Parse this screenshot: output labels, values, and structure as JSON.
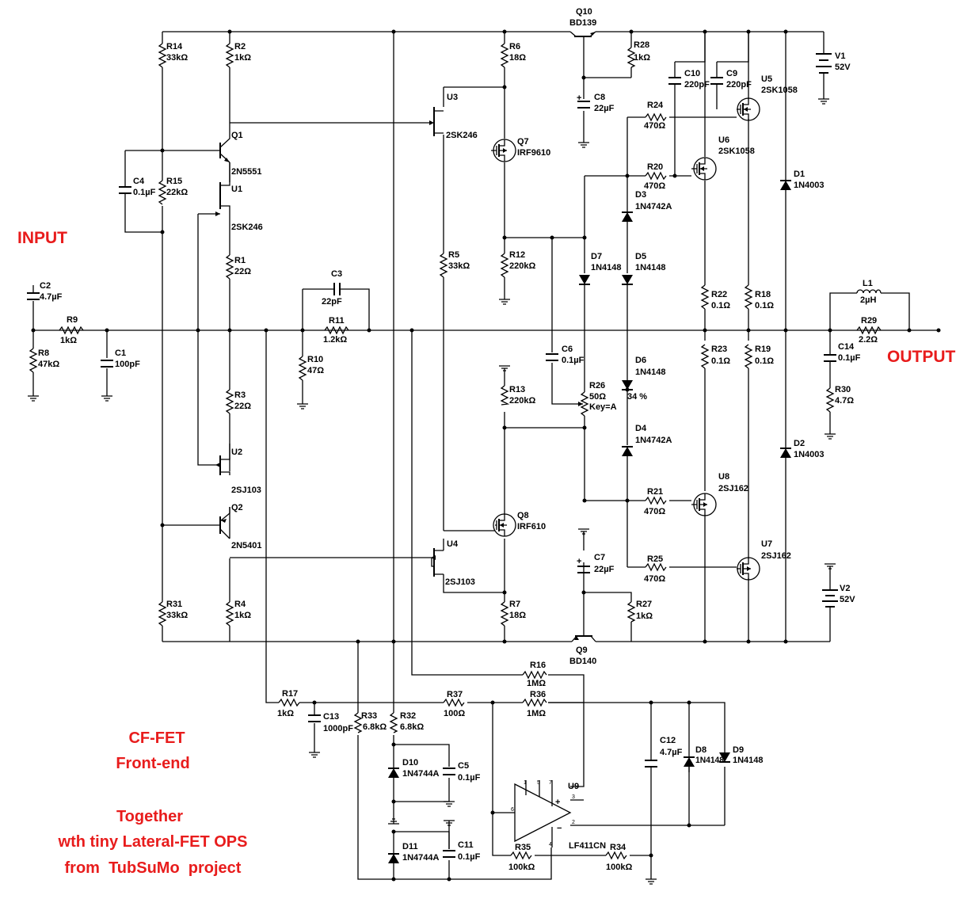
{
  "labels": {
    "input": "INPUT",
    "output": "OUTPUT",
    "note": [
      "CF-FET",
      "Front-end",
      "Together",
      "wth tiny Lateral-FET OPS",
      "from  TubSuMo  project"
    ]
  },
  "components": {
    "R14": [
      "R14",
      "33kΩ"
    ],
    "R2": [
      "R2",
      "1kΩ"
    ],
    "R15": [
      "R15",
      "22kΩ"
    ],
    "C4": [
      "C4",
      "0.1µF"
    ],
    "Q1": [
      "Q1",
      "2N5551"
    ],
    "U1": [
      "U1",
      "2SK246"
    ],
    "R1": [
      "R1",
      "22Ω"
    ],
    "R3": [
      "R3",
      "22Ω"
    ],
    "U2": [
      "U2",
      "2SJ103"
    ],
    "Q2": [
      "Q2",
      "2N5401"
    ],
    "R31": [
      "R31",
      "33kΩ"
    ],
    "R4": [
      "R4",
      "1kΩ"
    ],
    "C2": [
      "C2",
      "4.7µF"
    ],
    "R9": [
      "R9",
      "1kΩ"
    ],
    "R8": [
      "R8",
      "47kΩ"
    ],
    "C1": [
      "C1",
      "100pF"
    ],
    "C3": [
      "C3",
      "22pF"
    ],
    "R11": [
      "R11",
      "1.2kΩ"
    ],
    "R10": [
      "R10",
      "47Ω"
    ],
    "U3": [
      "U3",
      "2SK246"
    ],
    "U4": [
      "U4",
      "2SJ103"
    ],
    "R5": [
      "R5",
      "33kΩ"
    ],
    "R6": [
      "R6",
      "18Ω"
    ],
    "Q7": [
      "Q7",
      "IRF9610"
    ],
    "R12": [
      "R12",
      "220kΩ"
    ],
    "R13": [
      "R13",
      "220kΩ"
    ],
    "Q8": [
      "Q8",
      "IRF610"
    ],
    "R7": [
      "R7",
      "18Ω"
    ],
    "Q10": [
      "Q10",
      "BD139"
    ],
    "R28": [
      "R28",
      "1kΩ"
    ],
    "C8": [
      "C8",
      "22µF"
    ],
    "Q9": [
      "Q9",
      "BD140"
    ],
    "R27": [
      "R27",
      "1kΩ"
    ],
    "C7": [
      "C7",
      "22µF"
    ],
    "C6": [
      "C6",
      "0.1µF"
    ],
    "R26": [
      "R26",
      "50Ω",
      "Key=A"
    ],
    "R26_pct": "34 %",
    "R24": [
      "R24",
      "470Ω"
    ],
    "R20": [
      "R20",
      "470Ω"
    ],
    "R21": [
      "R21",
      "470Ω"
    ],
    "R25": [
      "R25",
      "470Ω"
    ],
    "D3": [
      "D3",
      "1N4742A"
    ],
    "D7": [
      "D7",
      "1N4148"
    ],
    "D5": [
      "D5",
      "1N4148"
    ],
    "D6": [
      "D6",
      "1N4148"
    ],
    "D4": [
      "D4",
      "1N4742A"
    ],
    "C10": [
      "C10",
      "220pF"
    ],
    "C9": [
      "C9",
      "220pF"
    ],
    "U5": [
      "U5",
      "2SK1058"
    ],
    "U6": [
      "U6",
      "2SK1058"
    ],
    "U8": [
      "U8",
      "2SJ162"
    ],
    "U7": [
      "U7",
      "2SJ162"
    ],
    "R22": [
      "R22",
      "0.1Ω"
    ],
    "R18": [
      "R18",
      "0.1Ω"
    ],
    "R23": [
      "R23",
      "0.1Ω"
    ],
    "R19": [
      "R19",
      "0.1Ω"
    ],
    "D1": [
      "D1",
      "1N4003"
    ],
    "D2": [
      "D2",
      "1N4003"
    ],
    "V1": [
      "V1",
      "52V"
    ],
    "V2": [
      "V2",
      "52V"
    ],
    "L1": [
      "L1",
      "2µH"
    ],
    "R29": [
      "R29",
      "2.2Ω"
    ],
    "C14": [
      "C14",
      "0.1µF"
    ],
    "R30": [
      "R30",
      "4.7Ω"
    ],
    "R16": [
      "R16",
      "1MΩ"
    ],
    "R17": [
      "R17",
      "1kΩ"
    ],
    "C13": [
      "C13",
      "1000pF"
    ],
    "R33": [
      "R33",
      "6.8kΩ"
    ],
    "R32": [
      "R32",
      "6.8kΩ"
    ],
    "R37": [
      "R37",
      "100Ω"
    ],
    "R36": [
      "R36",
      "1MΩ"
    ],
    "D10": [
      "D10",
      "1N4744A"
    ],
    "C5": [
      "C5",
      "0.1µF"
    ],
    "D11": [
      "D11",
      "1N4744A"
    ],
    "C11": [
      "C11",
      "0.1µF"
    ],
    "U9": [
      "U9",
      "LF411CN"
    ],
    "R35": [
      "R35",
      "100kΩ"
    ],
    "R34": [
      "R34",
      "100kΩ"
    ],
    "C12": [
      "C12",
      "4.7µF"
    ],
    "D8": [
      "D8",
      "1N4148"
    ],
    "D9": [
      "D9",
      "1N4148"
    ],
    "U9_pins": [
      "1",
      "5",
      "7",
      "3",
      "6",
      "2",
      "4"
    ]
  }
}
